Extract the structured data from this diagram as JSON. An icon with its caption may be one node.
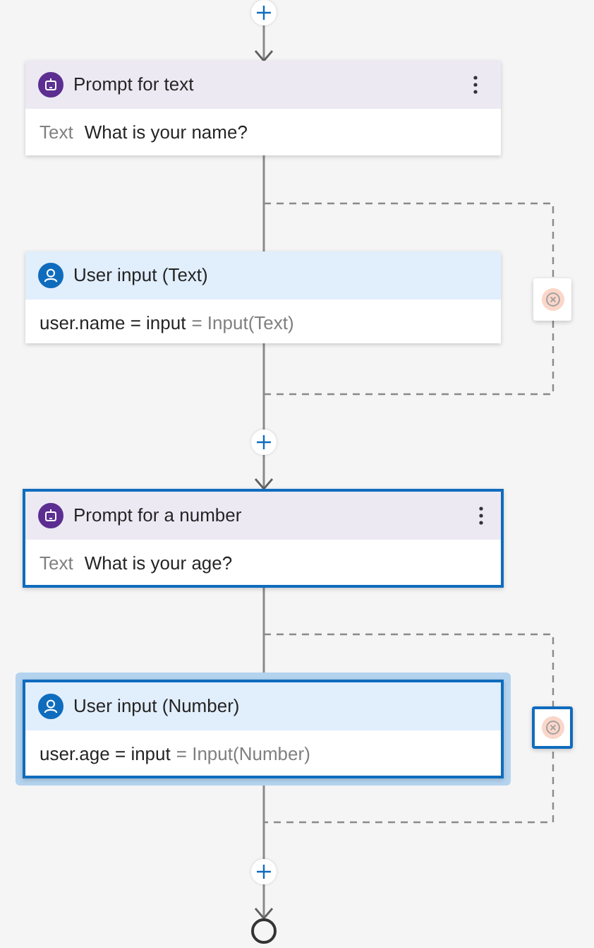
{
  "diagram": {
    "nodes": [
      {
        "text": [
          "Prompt for text",
          "Text",
          "What is your name?"
        ]
      },
      {
        "text": [
          "User input (Text)",
          "user.name = input",
          "= Input(Text)"
        ]
      },
      {
        "text": [
          "Prompt for a number",
          "Text",
          "What is your age?"
        ]
      },
      {
        "text": [
          "User input (Number)",
          "user.age = input",
          "= Input(Number)"
        ]
      },
      {
        "text": [],
        "shape": "circle"
      }
    ],
    "edges": [
      {
        "from": null,
        "to": 0,
        "arrow": "to"
      },
      {
        "from": 0,
        "to": 1,
        "arrow": "none"
      },
      {
        "from": 1,
        "to": 2,
        "arrow": "to"
      },
      {
        "from": 2,
        "to": 3,
        "arrow": "none"
      },
      {
        "from": 3,
        "to": 4,
        "arrow": "to"
      }
    ]
  }
}
